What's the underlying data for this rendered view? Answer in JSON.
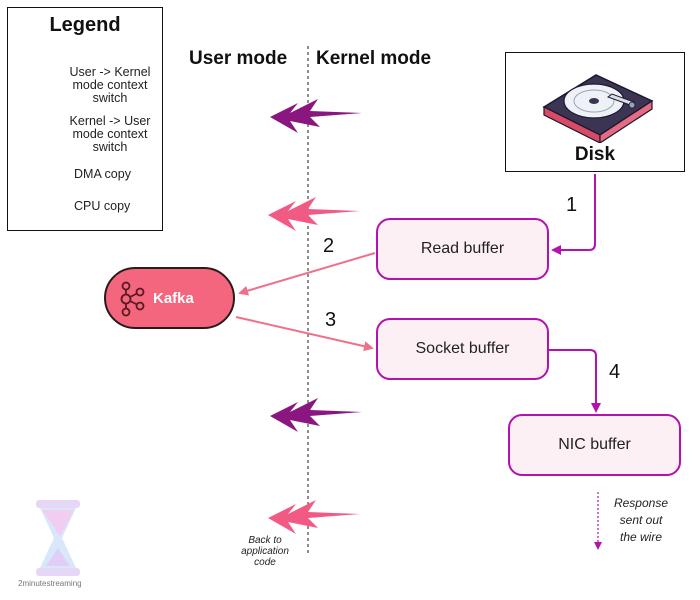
{
  "legend": {
    "title": "Legend",
    "items": [
      {
        "label": "User -> Kernel mode context switch",
        "lines": [
          "User -> Kernel",
          "mode context",
          "switch"
        ],
        "color": "#8a1680"
      },
      {
        "label": "Kernel -> User mode context switch",
        "lines": [
          "Kernel -> User",
          "mode context",
          "switch"
        ],
        "color": "#f25a86"
      },
      {
        "label": "DMA copy",
        "color": "#b312ad"
      },
      {
        "label": "CPU copy",
        "color": "#f0708a"
      }
    ]
  },
  "modes": {
    "user": "User mode",
    "kernel": "Kernel mode"
  },
  "nodes": {
    "disk": "Disk",
    "read_buffer": "Read buffer",
    "socket_buffer": "Socket buffer",
    "nic_buffer": "NIC buffer",
    "kafka": "Kafka"
  },
  "steps": [
    "1",
    "2",
    "3",
    "4"
  ],
  "notes": {
    "back_to_app": [
      "Back to",
      "application",
      "code"
    ],
    "response": [
      "Response",
      "sent out",
      "the wire"
    ]
  },
  "watermark": "2minutestreaming",
  "colors": {
    "dma": "#b312ad",
    "cpu": "#f0708a",
    "user_to_kernel": "#8a1680",
    "kernel_to_user": "#f25a86",
    "box_fill": "#fdf0f4",
    "kafka_fill": "#f4667e"
  }
}
